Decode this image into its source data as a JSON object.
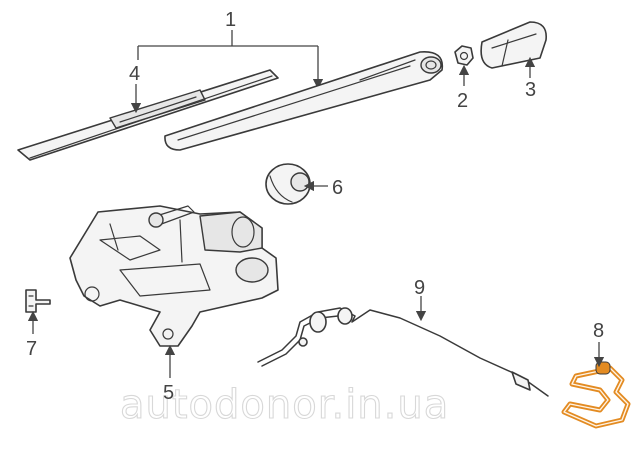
{
  "callouts": {
    "c1": "1",
    "c2": "2",
    "c3": "3",
    "c4": "4",
    "c5": "5",
    "c6": "6",
    "c7": "7",
    "c8": "8",
    "c9": "9"
  },
  "watermark": "autodonor.in.ua",
  "colors": {
    "highlight": "#e38b22",
    "line": "#3a3a3a",
    "watermark": "#d8d8d8"
  }
}
